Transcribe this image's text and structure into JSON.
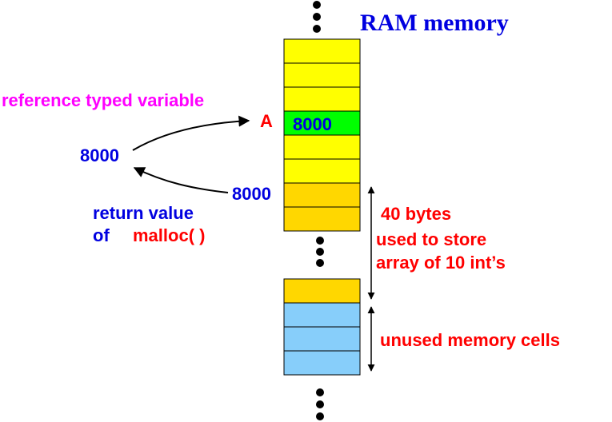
{
  "title": "RAM memory",
  "labels": {
    "reference_typed_variable": "reference typed variable",
    "variable_name": "A",
    "cell_value": "8000",
    "copied_value": "8000",
    "returned_value": "8000",
    "return_value_line1": "return value",
    "return_value_of": "of",
    "malloc": "malloc( )",
    "bytes": "40 bytes",
    "used_line1": "used to store",
    "used_line2": "array of 10 int’s",
    "unused": "unused memory cells"
  },
  "colors": {
    "title": "#0000e0",
    "magenta": "#ff00ff",
    "red": "#ff0000",
    "blue": "#0000e0",
    "yellow_cell": "#ffff00",
    "green_cell": "#00ff00",
    "array_cell": "#ffd700",
    "unused_cell": "#87cefa",
    "black": "#000000"
  }
}
